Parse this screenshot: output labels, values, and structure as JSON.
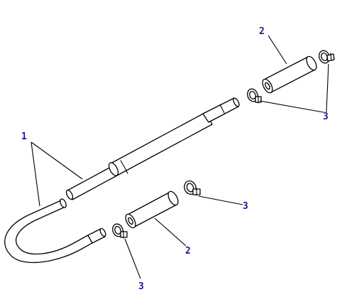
{
  "labels": {
    "hose": "1",
    "sleeve_top": "2",
    "sleeve_bottom": "2",
    "clip_top_right": "3",
    "clip_top_mid": "3",
    "clip_mid_right": "3",
    "clip_bottom": "3"
  },
  "colors": {
    "line": "#000000",
    "label": "#1a1a8c",
    "background": "#ffffff"
  }
}
